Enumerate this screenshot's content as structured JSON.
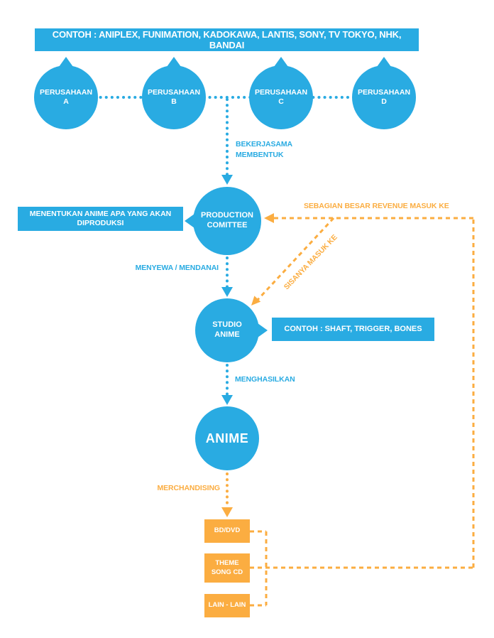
{
  "colors": {
    "blue": "#29ABE2",
    "orange": "#FBAD41"
  },
  "banner": {
    "text": "CONTOH : ANIPLEX, FUNIMATION, KADOKAWA, LANTIS, SONY, TV TOKYO, NHK, BANDAI"
  },
  "companies": [
    "PERUSAHAAN A",
    "PERUSAHAAN B",
    "PERUSAHAAN C",
    "PERUSAHAAN D"
  ],
  "nodes": {
    "production_committee": "PRODUCTION COMITTEE",
    "studio": "STUDIO ANIME",
    "anime": "ANIME"
  },
  "notes": {
    "production": "MENENTUKAN ANIME APA YANG AKAN DIPRODUKSI",
    "studio": "CONTOH : SHAFT, TRIGGER, BONES"
  },
  "labels": {
    "bekerjasama": "BEKERJASAMA MEMBENTUK",
    "menyewa": "MENYEWA / MENDANAI",
    "menghasilkan": "MENGHASILKAN",
    "merchandising": "MERCHANDISING"
  },
  "revenue": {
    "major": "SEBAGIAN BESAR REVENUE MASUK KE",
    "minor": "SISANYA MASUK KE"
  },
  "products": [
    "BD/DVD",
    "THEME SONG CD",
    "LAIN - LAIN"
  ]
}
